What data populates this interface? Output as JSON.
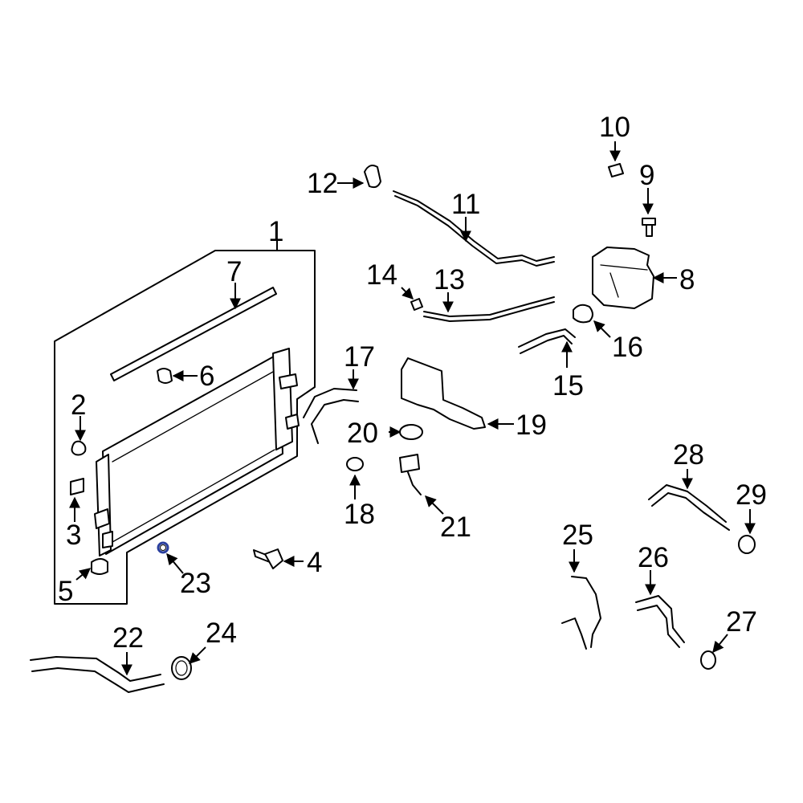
{
  "accent_color": "#2a3f9e",
  "callouts": {
    "c1": "1",
    "c2": "2",
    "c3": "3",
    "c4": "4",
    "c5": "5",
    "c6": "6",
    "c7": "7",
    "c8": "8",
    "c9": "9",
    "c10": "10",
    "c11": "11",
    "c12": "12",
    "c13": "13",
    "c14": "14",
    "c15": "15",
    "c16": "16",
    "c17": "17",
    "c18": "18",
    "c19": "19",
    "c20": "20",
    "c21": "21",
    "c22": "22",
    "c23": "23",
    "c24": "24",
    "c25": "25",
    "c26": "26",
    "c27": "27",
    "c28": "28",
    "c29": "29"
  },
  "highlighted_part": "23"
}
